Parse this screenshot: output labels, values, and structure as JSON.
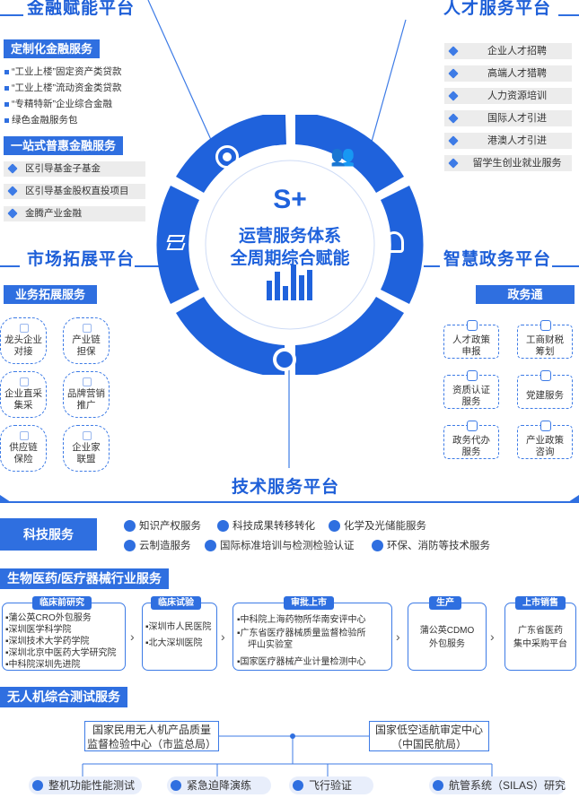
{
  "platforms": {
    "finance": "金融赋能平台",
    "talent": "人才服务平台",
    "market": "市场拓展平台",
    "gov": "智慧政务平台",
    "tech": "技术服务平台"
  },
  "center": {
    "logo": "S+",
    "line1": "运营服务体系",
    "line2": "全周期综合赋能"
  },
  "finance": {
    "custom_title": "定制化金融服务",
    "custom_items": [
      "“工业上楼”固定资产类贷款",
      "“工业上楼”流动资金类贷款",
      "“专精特新”企业综合金融",
      "绿色金融服务包"
    ],
    "onestop_title": "一站式普惠金融服务",
    "onestop_items": [
      "区引导基金子基金",
      "区引导基金股权直投项目",
      "金腾产业金融"
    ]
  },
  "talent": {
    "items": [
      "企业人才招聘",
      "高端人才猎聘",
      "人力资源培训",
      "国际人才引进",
      "港澳人才引进",
      "留学生创业就业服务"
    ]
  },
  "market": {
    "title": "业务拓展服务",
    "items": [
      [
        "龙头企业",
        "对接"
      ],
      [
        "产业链",
        "担保"
      ],
      [
        "企业直采",
        "集采"
      ],
      [
        "品牌营销",
        "推广"
      ],
      [
        "供应链",
        "保险"
      ],
      [
        "企业家",
        "联盟"
      ]
    ]
  },
  "gov": {
    "title": "政务通",
    "items": [
      [
        "人才政策",
        "申报"
      ],
      [
        "工商财税",
        "筹划"
      ],
      [
        "资质认证",
        "服务"
      ],
      [
        "党建服务",
        ""
      ],
      [
        "政务代办",
        "服务"
      ],
      [
        "产业政策",
        "咨询"
      ]
    ]
  },
  "tech": {
    "title": "科技服务",
    "row1": [
      "知识产权服务",
      "科技成果转移转化",
      "化学及光储能服务"
    ],
    "row2": [
      "云制造服务",
      "国际标准培训与检测检验认证",
      "环保、消防等技术服务"
    ]
  },
  "bio": {
    "title": "生物医药/医疗器械行业服务",
    "stages": [
      {
        "tag": "临床前研究",
        "lines": [
          "蒲公英CRO外包服务",
          "深圳医学科学院",
          "深圳技术大学药学院",
          "深圳北京中医药大学研究院",
          "中科院深圳先进院"
        ]
      },
      {
        "tag": "临床试验",
        "lines": [
          "深圳市人民医院",
          "北大深圳医院"
        ]
      },
      {
        "tag": "审批上市",
        "lines": [
          "中科院上海药物所华南安评中心",
          "广东省医疗器械质量监督检验所",
          "坪山实验室",
          "国家医疗器械产业计量检测中心"
        ]
      },
      {
        "tag": "生产",
        "lines": [
          "蒲公英CDMO",
          "外包服务"
        ]
      },
      {
        "tag": "上市销售",
        "lines": [
          "广东省医药",
          "集中采购平台"
        ]
      }
    ]
  },
  "uav": {
    "title": "无人机综合测试服务",
    "left_org": [
      "国家民用无人机产品质量",
      "监督检验中心（市监总局）"
    ],
    "right_org": [
      "国家低空适航审定中心",
      "（中国民航局）"
    ],
    "buttons": [
      "整机功能性能测试",
      "紧急迫降演练",
      "飞行验证",
      "航管系统（SILAS）研究"
    ]
  },
  "colors": {
    "primary": "#2f6fe0",
    "dark": "#1e5fd8",
    "light": "#e8eefb"
  }
}
